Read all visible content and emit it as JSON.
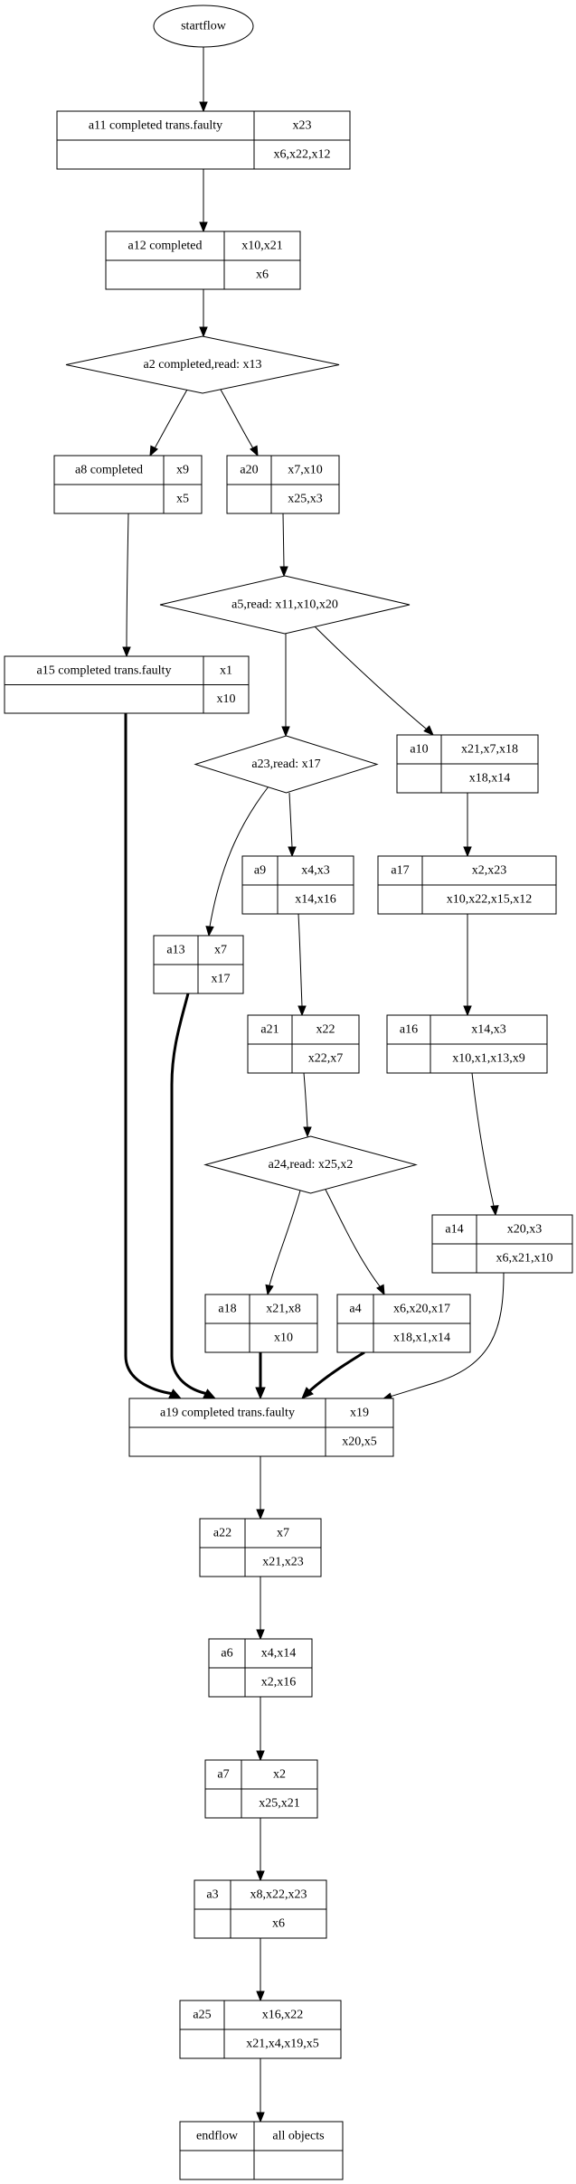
{
  "diagram": {
    "type": "flowchart",
    "nodes": [
      {
        "id": "startflow",
        "shape": "ellipse",
        "label": "startflow"
      },
      {
        "id": "a11",
        "shape": "record",
        "title": "a11  completed trans.faulty",
        "top_right": "x23",
        "bottom_left": "",
        "bottom_right": "x6,x22,x12"
      },
      {
        "id": "a12",
        "shape": "record",
        "title": "a12 completed",
        "top_right": "x10,x21",
        "bottom_left": "",
        "bottom_right": "x6"
      },
      {
        "id": "a2",
        "shape": "diamond",
        "label": "a2 completed,read: x13"
      },
      {
        "id": "a8",
        "shape": "record",
        "title": "a8 completed",
        "top_right": "x9",
        "bottom_left": "",
        "bottom_right": "x5"
      },
      {
        "id": "a20",
        "shape": "record",
        "title": "a20",
        "top_right": "x7,x10",
        "bottom_left": "",
        "bottom_right": "x25,x3"
      },
      {
        "id": "a5",
        "shape": "diamond",
        "label": "a5,read: x11,x10,x20"
      },
      {
        "id": "a15",
        "shape": "record",
        "title": "a15  completed trans.faulty",
        "top_right": "x1",
        "bottom_left": "",
        "bottom_right": "x10"
      },
      {
        "id": "a23",
        "shape": "diamond",
        "label": "a23,read: x17"
      },
      {
        "id": "a10",
        "shape": "record",
        "title": "a10",
        "top_right": "x21,x7,x18",
        "bottom_left": "",
        "bottom_right": "x18,x14"
      },
      {
        "id": "a9",
        "shape": "record",
        "title": "a9",
        "top_right": "x4,x3",
        "bottom_left": "",
        "bottom_right": "x14,x16"
      },
      {
        "id": "a17",
        "shape": "record",
        "title": "a17",
        "top_right": "x2,x23",
        "bottom_left": "",
        "bottom_right": "x10,x22,x15,x12"
      },
      {
        "id": "a13",
        "shape": "record",
        "title": "a13",
        "top_right": "x7",
        "bottom_left": "",
        "bottom_right": "x17"
      },
      {
        "id": "a21",
        "shape": "record",
        "title": "a21",
        "top_right": "x22",
        "bottom_left": "",
        "bottom_right": "x22,x7"
      },
      {
        "id": "a16",
        "shape": "record",
        "title": "a16",
        "top_right": "x14,x3",
        "bottom_left": "",
        "bottom_right": "x10,x1,x13,x9"
      },
      {
        "id": "a24",
        "shape": "diamond",
        "label": "a24,read: x25,x2"
      },
      {
        "id": "a14",
        "shape": "record",
        "title": "a14",
        "top_right": "x20,x3",
        "bottom_left": "",
        "bottom_right": "x6,x21,x10"
      },
      {
        "id": "a18",
        "shape": "record",
        "title": "a18",
        "top_right": "x21,x8",
        "bottom_left": "",
        "bottom_right": "x10"
      },
      {
        "id": "a4",
        "shape": "record",
        "title": "a4",
        "top_right": "x6,x20,x17",
        "bottom_left": "",
        "bottom_right": "x18,x1,x14"
      },
      {
        "id": "a19",
        "shape": "record",
        "title": "a19  completed trans.faulty",
        "top_right": "x19",
        "bottom_left": "",
        "bottom_right": "x20,x5"
      },
      {
        "id": "a22",
        "shape": "record",
        "title": "a22",
        "top_right": "x7",
        "bottom_left": "",
        "bottom_right": "x21,x23"
      },
      {
        "id": "a6",
        "shape": "record",
        "title": "a6",
        "top_right": "x4,x14",
        "bottom_left": "",
        "bottom_right": "x2,x16"
      },
      {
        "id": "a7",
        "shape": "record",
        "title": "a7",
        "top_right": "x2",
        "bottom_left": "",
        "bottom_right": "x25,x21"
      },
      {
        "id": "a3",
        "shape": "record",
        "title": "a3",
        "top_right": "x8,x22,x23",
        "bottom_left": "",
        "bottom_right": "x6"
      },
      {
        "id": "a25",
        "shape": "record",
        "title": "a25",
        "top_right": "x16,x22",
        "bottom_left": "",
        "bottom_right": "x21,x4,x19,x5"
      },
      {
        "id": "endflow",
        "shape": "record",
        "title": "endflow",
        "top_right": "all objects",
        "bottom_left": "",
        "bottom_right": ""
      }
    ],
    "edges": [
      {
        "from": "startflow",
        "to": "a11",
        "bold": false
      },
      {
        "from": "a11",
        "to": "a12",
        "bold": false
      },
      {
        "from": "a12",
        "to": "a2",
        "bold": false
      },
      {
        "from": "a2",
        "to": "a8",
        "bold": false
      },
      {
        "from": "a2",
        "to": "a20",
        "bold": false
      },
      {
        "from": "a8",
        "to": "a15",
        "bold": false
      },
      {
        "from": "a20",
        "to": "a5",
        "bold": false
      },
      {
        "from": "a5",
        "to": "a23",
        "bold": false
      },
      {
        "from": "a5",
        "to": "a10",
        "bold": false
      },
      {
        "from": "a23",
        "to": "a13",
        "bold": false
      },
      {
        "from": "a23",
        "to": "a9",
        "bold": false
      },
      {
        "from": "a10",
        "to": "a17",
        "bold": false
      },
      {
        "from": "a9",
        "to": "a21",
        "bold": false
      },
      {
        "from": "a17",
        "to": "a16",
        "bold": false
      },
      {
        "from": "a21",
        "to": "a24",
        "bold": false
      },
      {
        "from": "a16",
        "to": "a14",
        "bold": false
      },
      {
        "from": "a24",
        "to": "a18",
        "bold": false
      },
      {
        "from": "a24",
        "to": "a4",
        "bold": false
      },
      {
        "from": "a15",
        "to": "a19",
        "bold": true
      },
      {
        "from": "a13",
        "to": "a19",
        "bold": true
      },
      {
        "from": "a18",
        "to": "a19",
        "bold": true
      },
      {
        "from": "a4",
        "to": "a19",
        "bold": true
      },
      {
        "from": "a14",
        "to": "a19",
        "bold": false
      },
      {
        "from": "a19",
        "to": "a22",
        "bold": false
      },
      {
        "from": "a22",
        "to": "a6",
        "bold": false
      },
      {
        "from": "a6",
        "to": "a7",
        "bold": false
      },
      {
        "from": "a7",
        "to": "a3",
        "bold": false
      },
      {
        "from": "a3",
        "to": "a25",
        "bold": false
      },
      {
        "from": "a25",
        "to": "endflow",
        "bold": false
      }
    ]
  }
}
